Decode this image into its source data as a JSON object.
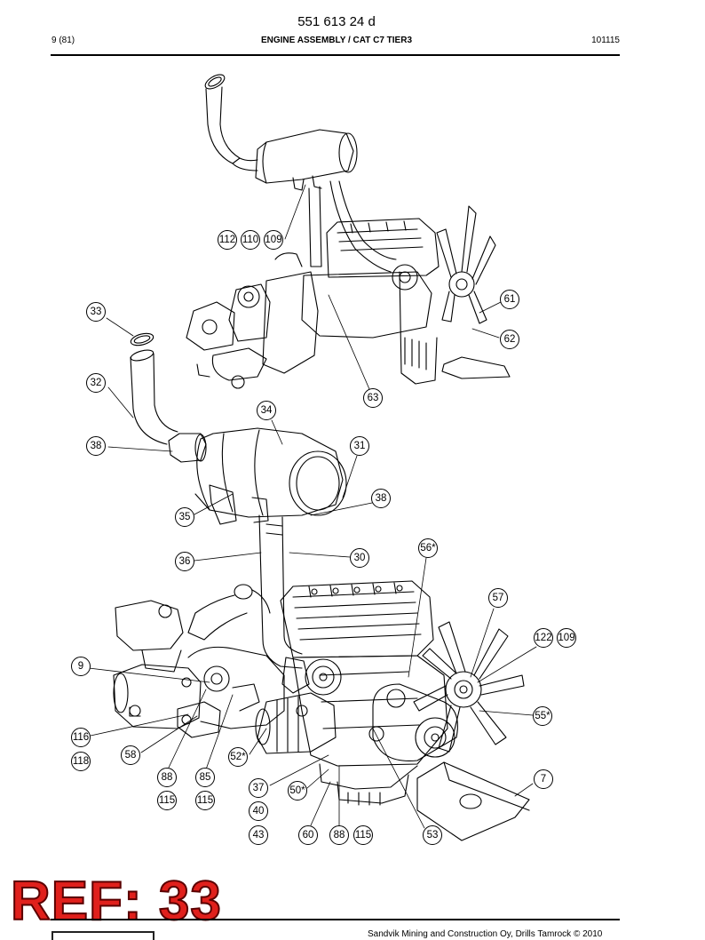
{
  "header": {
    "doc_number": "551 613 24 d",
    "page": "9 (81)",
    "title": "ENGINE ASSEMBLY / CAT C7 TIER3",
    "date": "101115"
  },
  "callouts": [
    {
      "label": "112"
    },
    {
      "label": "110"
    },
    {
      "label": "109"
    },
    {
      "label": "33"
    },
    {
      "label": "61"
    },
    {
      "label": "62"
    },
    {
      "label": "32"
    },
    {
      "label": "63"
    },
    {
      "label": "34"
    },
    {
      "label": "38"
    },
    {
      "label": "31"
    },
    {
      "label": "38"
    },
    {
      "label": "35"
    },
    {
      "label": "56*"
    },
    {
      "label": "36"
    },
    {
      "label": "30"
    },
    {
      "label": "57"
    },
    {
      "label": "122"
    },
    {
      "label": "109"
    },
    {
      "label": "9"
    },
    {
      "label": "55*"
    },
    {
      "label": "116"
    },
    {
      "label": "118"
    },
    {
      "label": "58"
    },
    {
      "label": "52*"
    },
    {
      "label": "88"
    },
    {
      "label": "85"
    },
    {
      "label": "7"
    },
    {
      "label": "115"
    },
    {
      "label": "115"
    },
    {
      "label": "37"
    },
    {
      "label": "50*"
    },
    {
      "label": "40"
    },
    {
      "label": "43"
    },
    {
      "label": "60"
    },
    {
      "label": "88"
    },
    {
      "label": "115"
    },
    {
      "label": "53"
    }
  ],
  "stamp": {
    "text": "REF: 33",
    "color": "#e0201c"
  },
  "footer": {
    "text": "Sandvik Mining and Construction Oy, Drills Tamrock © 2010"
  }
}
